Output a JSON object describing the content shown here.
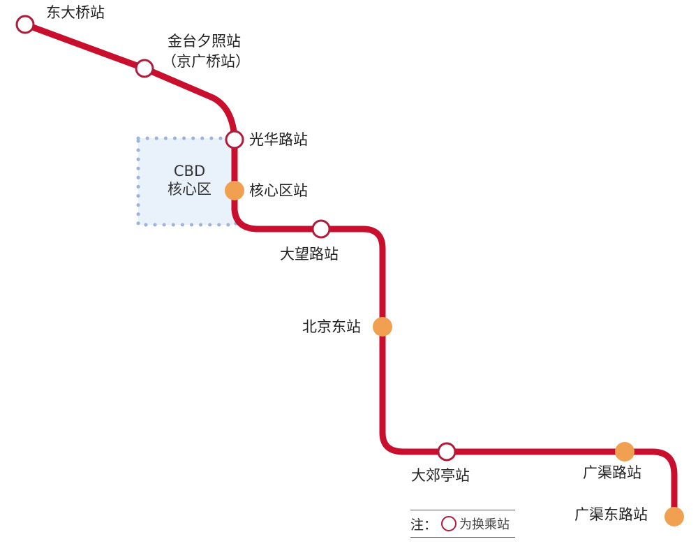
{
  "map": {
    "line_color": "#c8102e",
    "transfer_fill": "#ffffff",
    "non_transfer_fill": "#f0a050",
    "cbd_box_fill": "#e9f1fb",
    "cbd_box_dots": "#9cb3d6"
  },
  "stations": [
    {
      "name": "东大桥站",
      "type": "transfer"
    },
    {
      "name": "金台夕照站",
      "alt_name": "（京广桥站）",
      "type": "transfer"
    },
    {
      "name": "光华路站",
      "type": "transfer"
    },
    {
      "name": "核心区站",
      "type": "regular"
    },
    {
      "name": "大望路站",
      "type": "transfer"
    },
    {
      "name": "北京东站",
      "type": "regular"
    },
    {
      "name": "大郊亭站",
      "type": "transfer"
    },
    {
      "name": "广渠路站",
      "type": "regular"
    },
    {
      "name": "广渠东路站",
      "type": "regular"
    }
  ],
  "cbd_area": {
    "line1": "CBD",
    "line2": "核心区"
  },
  "legend": {
    "prefix": "注：",
    "text": "为换乘站",
    "icon": "transfer-ring-icon"
  }
}
